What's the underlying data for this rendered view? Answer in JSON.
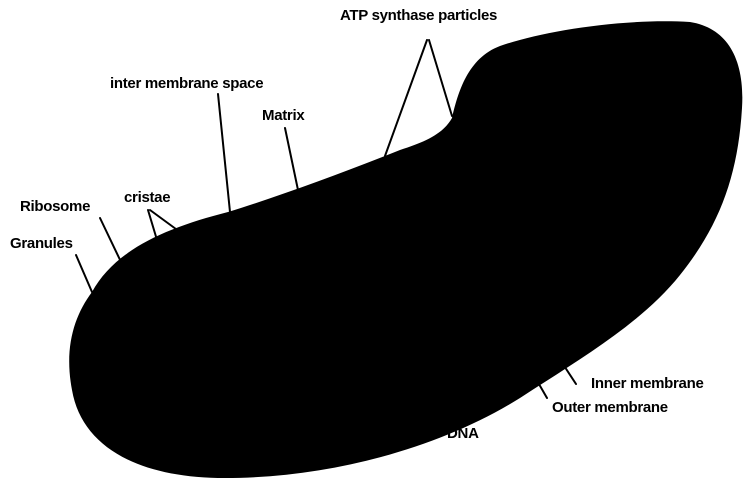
{
  "colors": {
    "organelle_fill": "#000000",
    "background": "#ffffff",
    "text": "#000000"
  },
  "labels": {
    "atp_synthase": "ATP synthase particles",
    "inter_membrane_space": "inter membrane space",
    "matrix": "Matrix",
    "cristae": "cristae",
    "ribosome": "Ribosome",
    "granules": "Granules",
    "inner_membrane": "Inner membrane",
    "outer_membrane": "Outer membrane",
    "dna": "DNA"
  }
}
